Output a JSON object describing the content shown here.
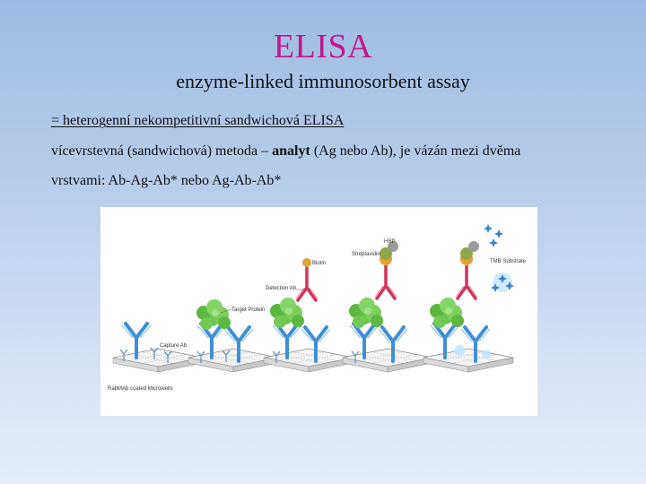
{
  "slide": {
    "title": "ELISA",
    "subtitle": "enzyme-linked immunosorbent assay",
    "line1": "= heterogenní nekompetitivní sandwichová ELISA",
    "line2_prefix": "vícevrstevná (sandwichová) metoda – ",
    "line2_bold": "analyt",
    "line2_suffix": " (Ag nebo Ab), je vázán mezi dvěma",
    "line3": "vrstvami: Ab-Ag-Ab* nebo Ag-Ab-Ab*"
  },
  "figure": {
    "labels": {
      "capture_ab": "Capture Ab",
      "microwells": "RabMAb coated Microwells",
      "target_protein": "Target Protein",
      "detection_ab": "Detection Ab",
      "biotin": "Biotin",
      "streptavidin": "Streptavidin",
      "hrp": "HRP",
      "tmb": "TMB Substrate"
    },
    "colors": {
      "capture_ab": "#3f8fd6",
      "target_protein": "#6cc64c",
      "detection_ab": "#d2345a",
      "biotin": "#e2a43a",
      "streptavidin": "#8fa64a",
      "hrp": "#9a9a9a",
      "tmb": "#3a7fd0"
    }
  }
}
